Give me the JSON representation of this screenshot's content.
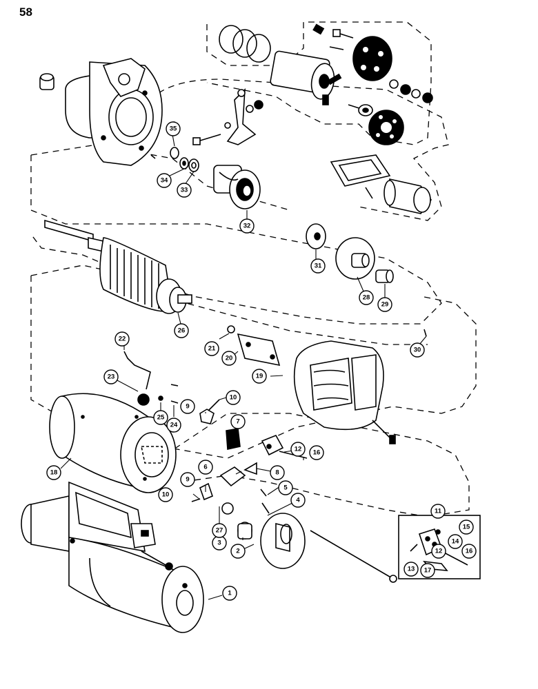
{
  "page_number": "58",
  "callouts": [
    {
      "id": "c1",
      "number": "1"
    },
    {
      "id": "c2",
      "number": "2"
    },
    {
      "id": "c3",
      "number": "3"
    },
    {
      "id": "c4",
      "number": "4"
    },
    {
      "id": "c5",
      "number": "5"
    },
    {
      "id": "c6",
      "number": "6"
    },
    {
      "id": "c7",
      "number": "7"
    },
    {
      "id": "c8",
      "number": "8"
    },
    {
      "id": "c9a",
      "number": "9"
    },
    {
      "id": "c9b",
      "number": "9"
    },
    {
      "id": "c10a",
      "number": "10"
    },
    {
      "id": "c10b",
      "number": "10"
    },
    {
      "id": "c11",
      "number": "11"
    },
    {
      "id": "c12a",
      "number": "12"
    },
    {
      "id": "c12b",
      "number": "12"
    },
    {
      "id": "c13",
      "number": "13"
    },
    {
      "id": "c14",
      "number": "14"
    },
    {
      "id": "c15",
      "number": "15"
    },
    {
      "id": "c16a",
      "number": "16"
    },
    {
      "id": "c16b",
      "number": "16"
    },
    {
      "id": "c17",
      "number": "17"
    },
    {
      "id": "c18",
      "number": "18"
    },
    {
      "id": "c19",
      "number": "19"
    },
    {
      "id": "c20",
      "number": "20"
    },
    {
      "id": "c21",
      "number": "21"
    },
    {
      "id": "c22",
      "number": "22"
    },
    {
      "id": "c23",
      "number": "23"
    },
    {
      "id": "c24",
      "number": "24"
    },
    {
      "id": "c25",
      "number": "25"
    },
    {
      "id": "c26",
      "number": "26"
    },
    {
      "id": "c27",
      "number": "27"
    },
    {
      "id": "c28",
      "number": "28"
    },
    {
      "id": "c29",
      "number": "29"
    },
    {
      "id": "c30",
      "number": "30"
    },
    {
      "id": "c31",
      "number": "31"
    },
    {
      "id": "c32",
      "number": "32"
    },
    {
      "id": "c33",
      "number": "33"
    },
    {
      "id": "c34",
      "number": "34"
    },
    {
      "id": "c35",
      "number": "35"
    }
  ]
}
